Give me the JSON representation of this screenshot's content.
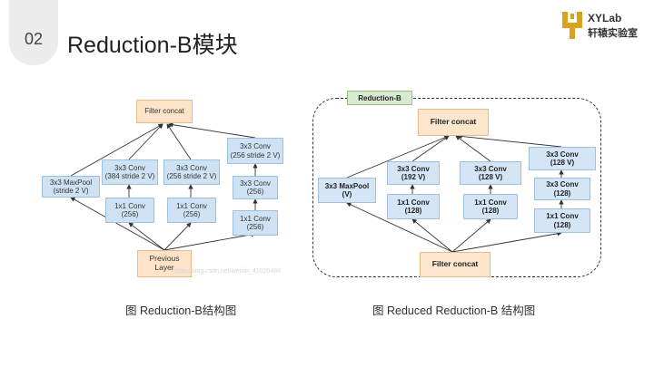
{
  "slide": {
    "number": "02",
    "title": "Reduction-B模块"
  },
  "logo": {
    "brand": "XYLab",
    "subtitle": "轩辕实验室",
    "icon": "xylab-logo-icon",
    "color": "#d9a21c"
  },
  "diagram_left": {
    "boxes": {
      "concat": "Filter concat",
      "maxpool": "3x3 MaxPool\n(stride 2 V)",
      "b1_conv3": "3x3 Conv\n(384 stride 2 V)",
      "b1_conv1": "1x1 Conv\n(256)",
      "b2_conv3": "3x3 Conv\n(256 stride 2 V)",
      "b2_conv1": "1x1 Conv\n(256)",
      "b3_top": "3x3 Conv\n(256 stride 2 V)",
      "b3_mid": "3x3 Conv\n(256)",
      "b3_bot": "1x1 Conv\n(256)",
      "input": "Previous\nLayer"
    },
    "watermark": "https://blog.csdn.net/weixin_41020486",
    "caption": "图 Reduction-B结构图"
  },
  "diagram_right": {
    "tag": "Reduction-B",
    "boxes": {
      "concat_top": "Filter concat",
      "maxpool": "3x3 MaxPool\n(V)",
      "b1_conv3": "3x3 Conv\n(192 V)",
      "b1_conv1": "1x1 Conv\n(128)",
      "b2_conv3": "3x3 Conv\n(128 V)",
      "b2_conv1": "1x1 Conv\n(128)",
      "b3_top": "3x3 Conv\n(128 V)",
      "b3_mid": "3x3 Conv\n(128)",
      "b3_bot": "1x1 Conv\n(128)",
      "concat_bottom": "Filter concat"
    },
    "caption": "图 Reduced Reduction-B 结构图"
  },
  "colors": {
    "conv_box": "#cfe2f3",
    "concat_box": "#fde4c8",
    "tag_box": "#d9ead3"
  }
}
